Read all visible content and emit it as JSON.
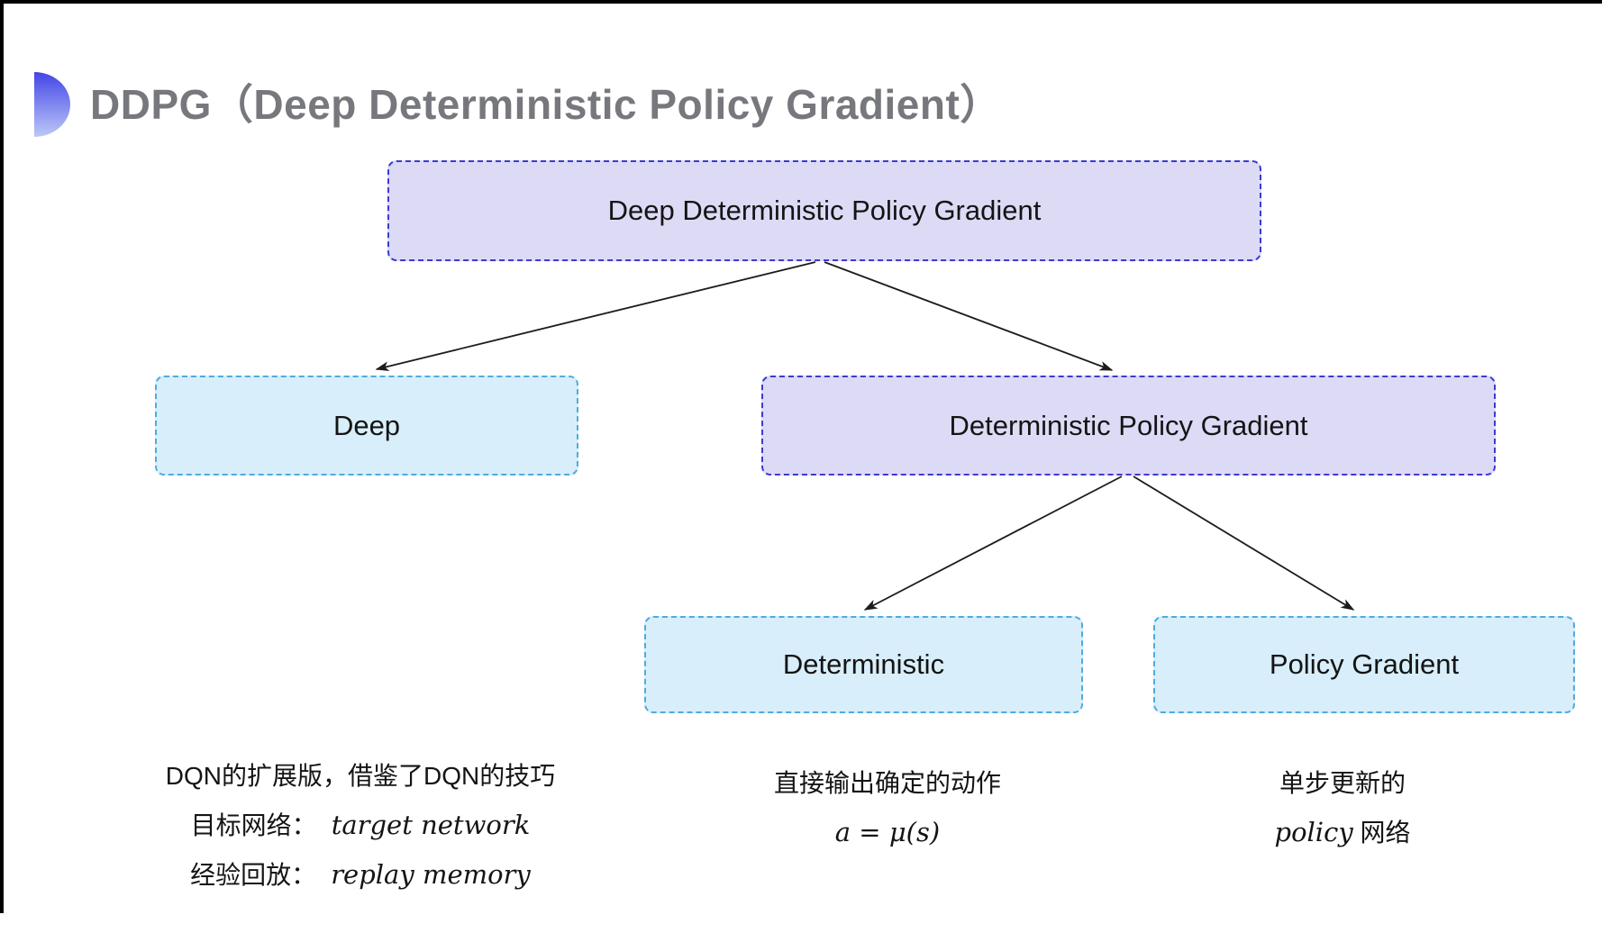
{
  "title": {
    "text": "DDPG（Deep Deterministic Policy Gradient）",
    "icon": "blue-gradient-semicircle"
  },
  "colors": {
    "accent_top": "#4445E6",
    "accent_bottom": "#BCC9F8",
    "purple_fill": "#DDDAF6",
    "purple_border": "#3B3BD1",
    "cyan_fill": "#D8EEFA",
    "cyan_border": "#4FABDE",
    "title_text": "#77787D",
    "body_text": "#141414",
    "arrow": "#1C1C1C",
    "frame": "#000000"
  },
  "tree": {
    "root": {
      "label": "Deep Deterministic Policy Gradient",
      "variant": "purple"
    },
    "level2": [
      {
        "label": "Deep",
        "variant": "cyan"
      },
      {
        "label": "Deterministic Policy Gradient",
        "variant": "purple"
      }
    ],
    "level3": [
      {
        "label": "Deterministic",
        "variant": "cyan"
      },
      {
        "label": "Policy Gradient",
        "variant": "cyan"
      }
    ]
  },
  "annotations": {
    "deep": {
      "line1": "DQN的扩展版，借鉴了DQN的技巧",
      "line2_label": "目标网络：",
      "line2_term": "target network",
      "line3_label": "经验回放：",
      "line3_term": "replay memory"
    },
    "deterministic": {
      "line1": "直接输出确定的动作",
      "formula": "a = μ(s)"
    },
    "policy_gradient": {
      "line1": "单步更新的",
      "term": "policy",
      "suffix": " 网络"
    }
  }
}
